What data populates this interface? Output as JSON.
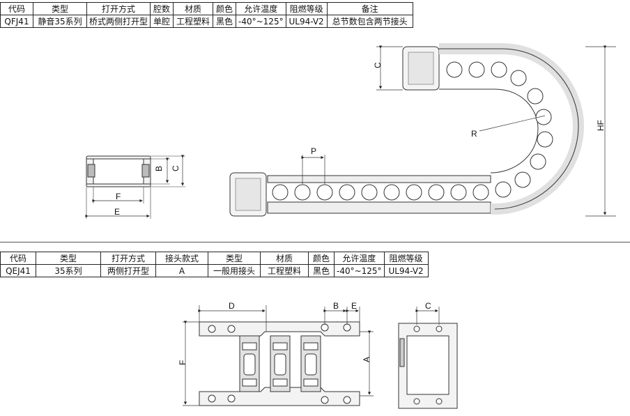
{
  "table1": {
    "headers": [
      "代码",
      "类型",
      "打开方式",
      "腔数",
      "材质",
      "颜色",
      "允许温度",
      "阻燃等级",
      "备注"
    ],
    "row": [
      "QFJ41",
      "静音35系列",
      "桥式两侧打开型",
      "单腔",
      "工程塑料",
      "黑色",
      "-40°~125°",
      "UL94-V2",
      "总节数包含两节接头"
    ]
  },
  "diagram1": {
    "labels": {
      "b": "B",
      "c_small": "C",
      "f": "F",
      "e": "E",
      "p": "P",
      "c_side": "C",
      "r": "R",
      "hf": "HF"
    }
  },
  "table2": {
    "headers": [
      "代码",
      "类型",
      "打开方式",
      "接头款式",
      "类型",
      "材质",
      "颜色",
      "允许温度",
      "阻燃等级"
    ],
    "row": [
      "QEJ41",
      "35系列",
      "两侧打开型",
      "A",
      "一般用接头",
      "工程塑料",
      "黑色",
      "-40°~125°",
      "UL94-V2"
    ]
  },
  "diagram2": {
    "labels": {
      "d": "D",
      "b": "B",
      "e": "E",
      "f": "F",
      "a": "A",
      "c": "C"
    }
  }
}
